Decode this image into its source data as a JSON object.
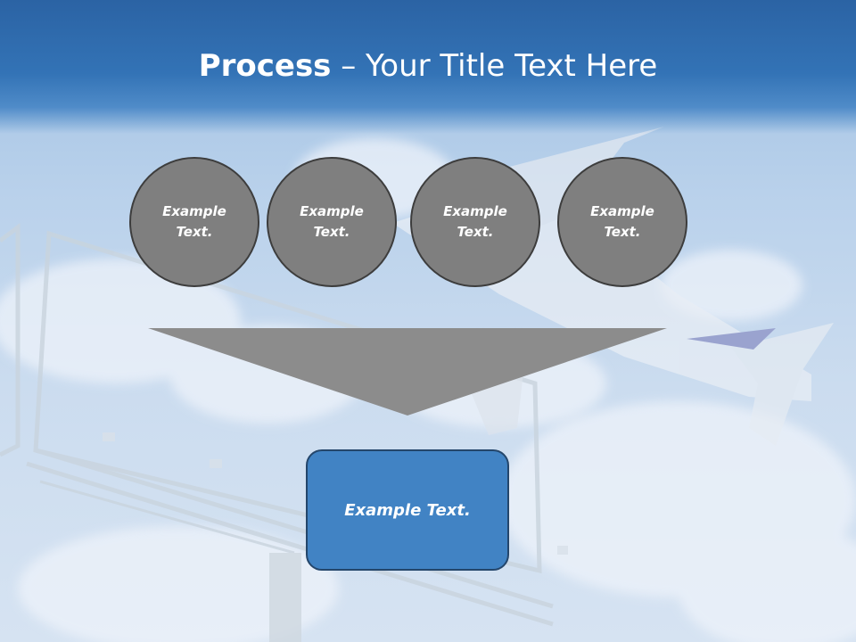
{
  "slide": {
    "title_bold": "Process",
    "title_rest": " – Your Title Text Here",
    "circles": [
      {
        "label": "Example Text."
      },
      {
        "label": "Example Text."
      },
      {
        "label": "Example Text."
      },
      {
        "label": "Example Text."
      }
    ],
    "result_box": {
      "label": "Example Text."
    }
  },
  "colors": {
    "header_blue": "#3373b6",
    "circle_fill": "#7f7f7f",
    "circle_border": "#3d3d3d",
    "funnel_fill": "#8c8c8c",
    "result_fill": "#4183c4",
    "result_border": "#24466b"
  }
}
